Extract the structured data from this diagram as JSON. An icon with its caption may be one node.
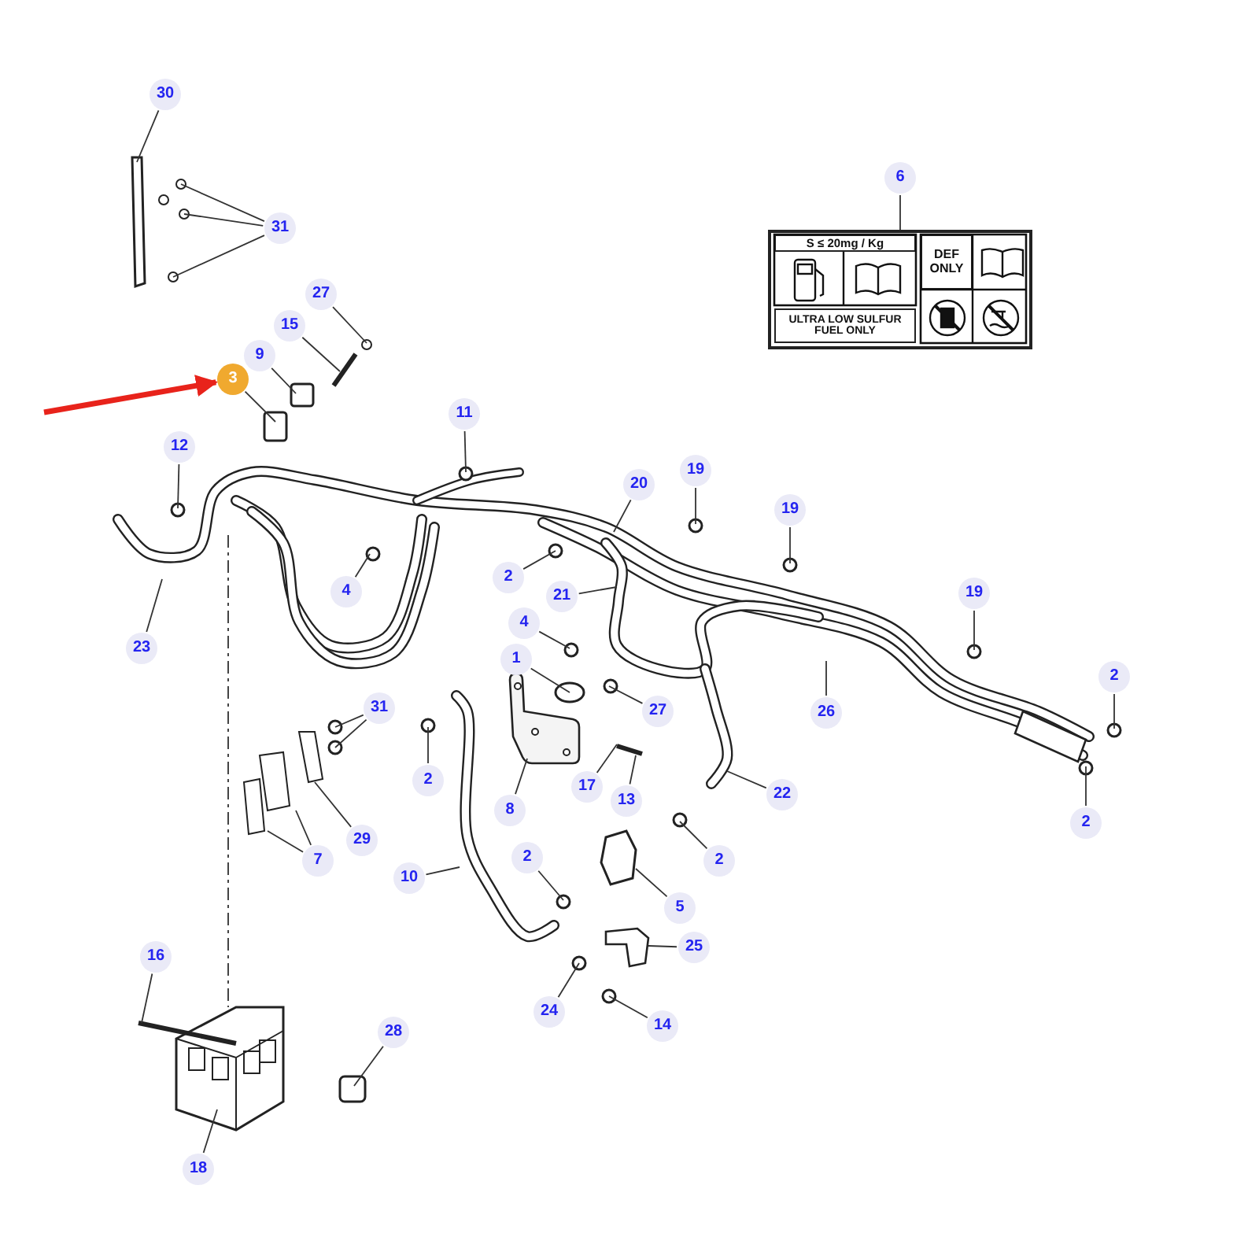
{
  "diagram": {
    "nodes": [
      {
        "text": [
          "30"
        ]
      },
      {
        "text": [
          "6"
        ]
      },
      {
        "text": [
          "S ≤ 20mg / Kg",
          "ULTRA LOW SULFUR FUEL ONLY",
          "DEF ONLY"
        ]
      },
      {
        "text": [
          "31"
        ]
      },
      {
        "text": [
          "27"
        ]
      },
      {
        "text": [
          "15"
        ]
      },
      {
        "text": [
          "9"
        ]
      },
      {
        "text": [
          "3"
        ]
      },
      {
        "text": [
          "11"
        ]
      },
      {
        "text": [
          "12"
        ]
      },
      {
        "text": [
          "19"
        ]
      },
      {
        "text": [
          "20"
        ]
      },
      {
        "text": [
          "19"
        ]
      },
      {
        "text": [
          "2"
        ]
      },
      {
        "text": [
          "4"
        ]
      },
      {
        "text": [
          "21"
        ]
      },
      {
        "text": [
          "19"
        ]
      },
      {
        "text": [
          "4"
        ]
      },
      {
        "text": [
          "23"
        ]
      },
      {
        "text": [
          "1"
        ]
      },
      {
        "text": [
          "2"
        ]
      },
      {
        "text": [
          "31"
        ]
      },
      {
        "text": [
          "27"
        ]
      },
      {
        "text": [
          "26"
        ]
      },
      {
        "text": [
          "2"
        ]
      },
      {
        "text": [
          "17"
        ]
      },
      {
        "text": [
          "22"
        ]
      },
      {
        "text": [
          "13"
        ]
      },
      {
        "text": [
          "8"
        ]
      },
      {
        "text": [
          "2"
        ]
      },
      {
        "text": [
          "29"
        ]
      },
      {
        "text": [
          "2"
        ]
      },
      {
        "text": [
          "7"
        ]
      },
      {
        "text": [
          "2"
        ]
      },
      {
        "text": [
          "10"
        ]
      },
      {
        "text": [
          "5"
        ]
      },
      {
        "text": [
          "25"
        ]
      },
      {
        "text": [
          "16"
        ]
      },
      {
        "text": [
          "24"
        ]
      },
      {
        "text": [
          "14"
        ]
      },
      {
        "text": [
          "28"
        ]
      },
      {
        "text": [
          "18"
        ]
      }
    ],
    "edges": [
      {
        "from": 0,
        "to": null,
        "arrow": "none"
      },
      {
        "from": 1,
        "to": 2,
        "arrow": "none"
      },
      {
        "from": 3,
        "to": null,
        "arrow": "none"
      },
      {
        "from": 3,
        "to": null,
        "arrow": "none"
      },
      {
        "from": 3,
        "to": null,
        "arrow": "none"
      },
      {
        "from": 4,
        "to": null,
        "arrow": "none"
      },
      {
        "from": 5,
        "to": null,
        "arrow": "none"
      },
      {
        "from": 6,
        "to": null,
        "arrow": "none"
      },
      {
        "from": 7,
        "to": null,
        "arrow": "none"
      },
      {
        "from": null,
        "to": 7,
        "arrow": "to",
        "style": "thick",
        "color": "#e8231b"
      },
      {
        "from": 8,
        "to": null,
        "arrow": "none"
      },
      {
        "from": 9,
        "to": null,
        "arrow": "none"
      },
      {
        "from": 10,
        "to": null,
        "arrow": "none"
      },
      {
        "from": 11,
        "to": null,
        "arrow": "none"
      },
      {
        "from": 12,
        "to": null,
        "arrow": "none"
      },
      {
        "from": 13,
        "to": null,
        "arrow": "none"
      },
      {
        "from": 14,
        "to": null,
        "arrow": "none"
      },
      {
        "from": 15,
        "to": null,
        "arrow": "none"
      },
      {
        "from": 16,
        "to": null,
        "arrow": "none"
      },
      {
        "from": 17,
        "to": null,
        "arrow": "none"
      },
      {
        "from": 18,
        "to": null,
        "arrow": "none"
      },
      {
        "from": 19,
        "to": null,
        "arrow": "none"
      },
      {
        "from": 20,
        "to": null,
        "arrow": "none"
      },
      {
        "from": 21,
        "to": null,
        "arrow": "none"
      },
      {
        "from": 21,
        "to": null,
        "arrow": "none"
      },
      {
        "from": 22,
        "to": null,
        "arrow": "none"
      },
      {
        "from": 23,
        "to": null,
        "arrow": "none"
      },
      {
        "from": 24,
        "to": null,
        "arrow": "none"
      },
      {
        "from": 25,
        "to": null,
        "arrow": "none"
      },
      {
        "from": 26,
        "to": null,
        "arrow": "none"
      },
      {
        "from": 27,
        "to": null,
        "arrow": "none"
      },
      {
        "from": 28,
        "to": null,
        "arrow": "none"
      },
      {
        "from": 29,
        "to": null,
        "arrow": "none"
      },
      {
        "from": 30,
        "to": null,
        "arrow": "none"
      },
      {
        "from": 31,
        "to": null,
        "arrow": "none"
      },
      {
        "from": 32,
        "to": null,
        "arrow": "none"
      },
      {
        "from": 32,
        "to": null,
        "arrow": "none"
      },
      {
        "from": 33,
        "to": null,
        "arrow": "none"
      },
      {
        "from": 34,
        "to": null,
        "arrow": "none"
      },
      {
        "from": 35,
        "to": null,
        "arrow": "none"
      },
      {
        "from": 36,
        "to": null,
        "arrow": "none"
      },
      {
        "from": 37,
        "to": null,
        "arrow": "none"
      },
      {
        "from": 38,
        "to": null,
        "arrow": "none"
      },
      {
        "from": 39,
        "to": null,
        "arrow": "none"
      },
      {
        "from": 40,
        "to": null,
        "arrow": "none"
      },
      {
        "from": 41,
        "to": null,
        "arrow": "none"
      }
    ]
  }
}
